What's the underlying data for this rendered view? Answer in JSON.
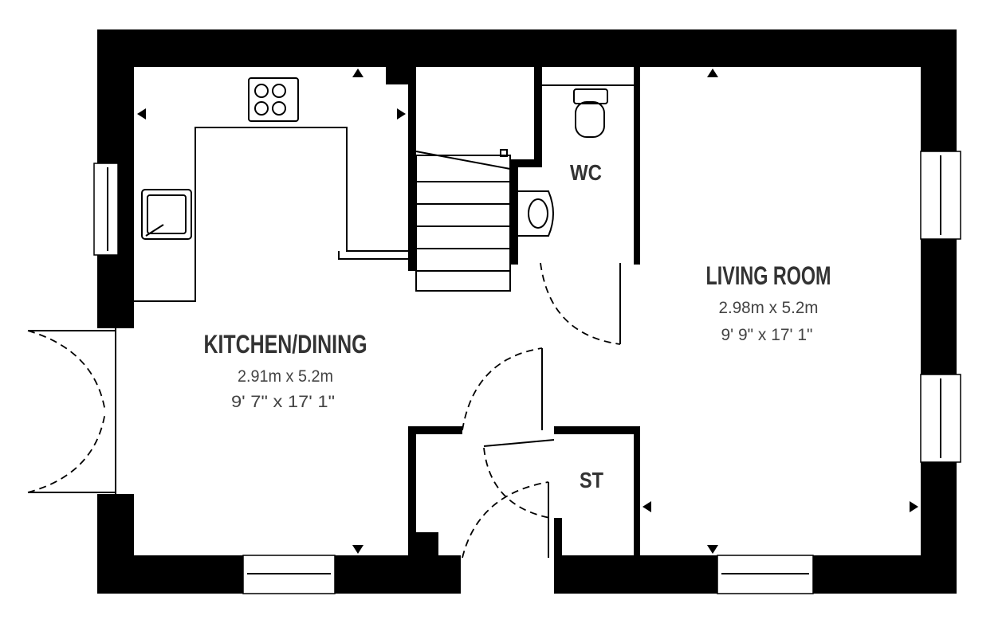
{
  "rooms": {
    "kitchen": {
      "name": "KITCHEN/DINING",
      "metric": "2.91m x 5.2m",
      "imperial": "9' 7\" x 17' 1\""
    },
    "living": {
      "name": "LIVING ROOM",
      "metric": "2.98m x 5.2m",
      "imperial": "9' 9\" x 17' 1\""
    },
    "wc": {
      "name": "WC"
    },
    "store": {
      "name": "ST"
    }
  },
  "colors": {
    "wall": "#000000",
    "text": "#333333"
  }
}
